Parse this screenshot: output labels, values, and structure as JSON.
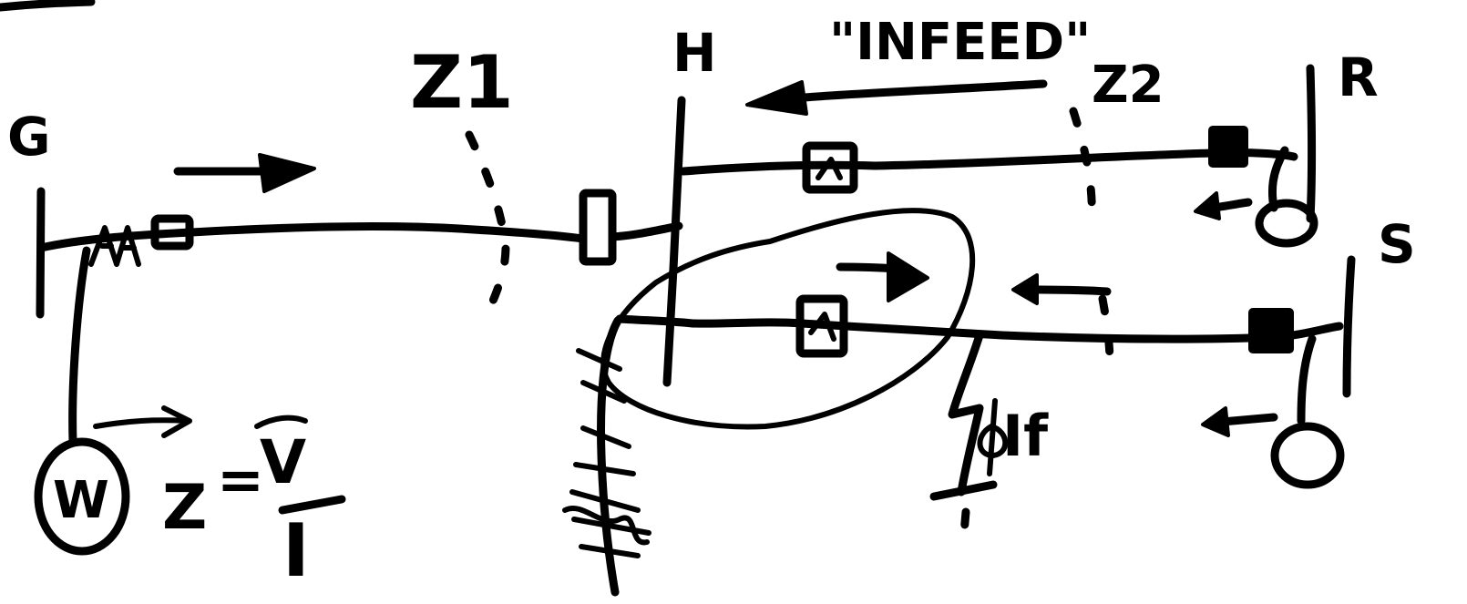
{
  "labels": {
    "bus_g": "G",
    "bus_h": "H",
    "bus_r": "R",
    "bus_s": "S",
    "zone_1": "Z1",
    "zone_2": "Z2",
    "infeed": "\"INFEED\"",
    "fault_current": "If",
    "source": "W",
    "impedance_z": "Z",
    "equals": "=",
    "voltage_v": "V",
    "current_i": "I"
  }
}
